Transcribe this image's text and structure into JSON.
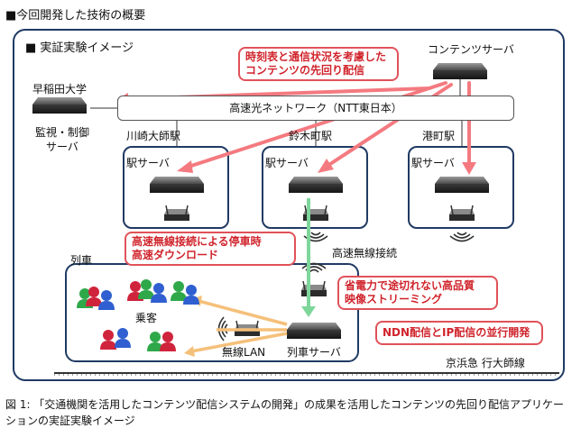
{
  "title": "■今回開発した技術の概要",
  "frame_label": "■ 実証実験イメージ",
  "content_server_label": "コンテンツサーバ",
  "university": {
    "name": "早稲田大学",
    "server_line1": "監視・制御",
    "server_line2": "サーバ"
  },
  "network_label": "高速光ネットワーク（NTT東日本）",
  "stations": [
    {
      "name": "川崎大師駅",
      "server_label": "駅サーバ"
    },
    {
      "name": "鈴木町駅",
      "server_label": "駅サーバ"
    },
    {
      "name": "港町駅",
      "server_label": "駅サーバ"
    }
  ],
  "callouts": {
    "prefetch_line1": "時刻表と通信状況を考慮した",
    "prefetch_line2": "コンテンツの先回り配信",
    "download_line1": "高速無線接続による停車時",
    "download_line2": "高速ダウンロード",
    "streaming_line1": "省電力で途切れない高品質",
    "streaming_line2": "映像ストリーミング",
    "parallel": "NDN配信とIP配信の並行開発"
  },
  "wireless_label": "高速無線接続",
  "train_label": "列車",
  "passengers_label": "乗客",
  "wlan_label": "無線LAN",
  "train_server_label": "列車サーバ",
  "railway_label": "京浜急 行大師線",
  "caption": "図 1: 「交通機関を活用したコンテンツ配信システムの開発」の成果を活用したコンテンツの先回り配信アプリケーションの実証実験イメージ",
  "colors": {
    "frame": "#1f3a63",
    "callout": "#d0242c",
    "arrow_pink": "#f47a80",
    "arrow_green": "#7ed69a",
    "arrow_orange": "#f5c07a"
  }
}
